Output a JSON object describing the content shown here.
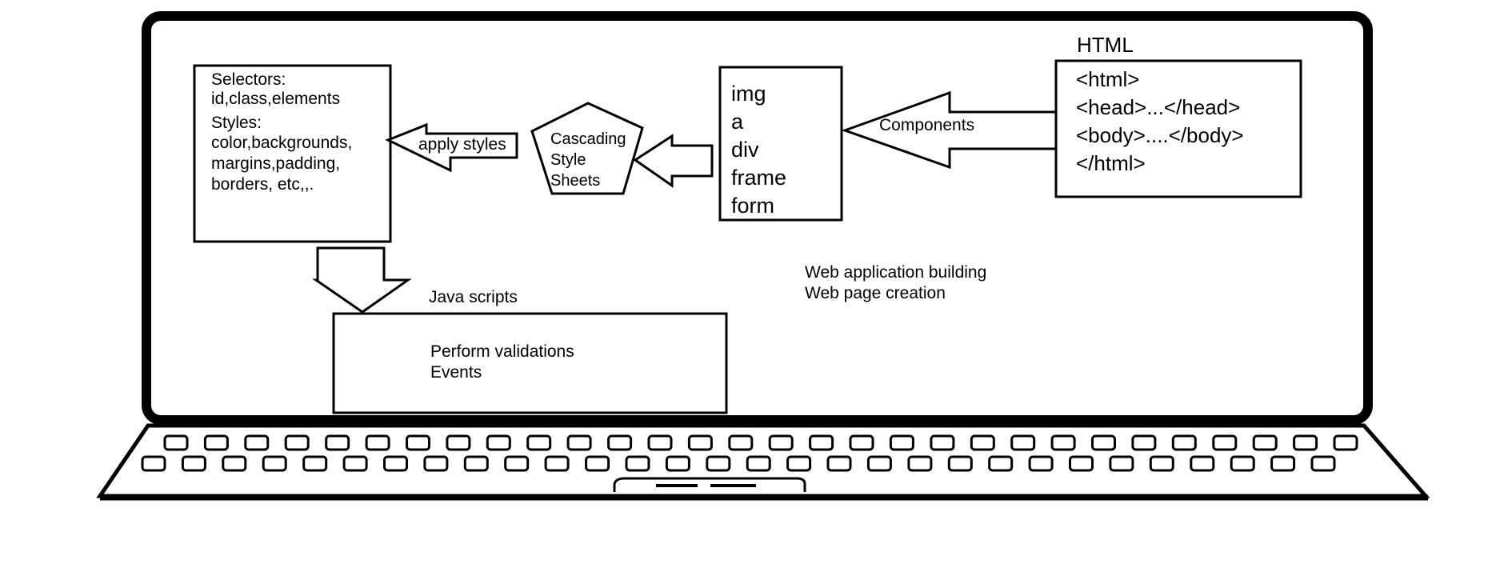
{
  "colors": {
    "ink": "#000000",
    "paper": "#ffffff"
  },
  "selectors_box": {
    "selectors_heading": "Selectors:",
    "selectors_value": "id,class,elements",
    "styles_heading": "Styles:",
    "styles_lines": [
      "color,backgrounds,",
      "margins,padding,",
      "borders, etc,,."
    ]
  },
  "apply_styles_arrow": {
    "label": "apply styles"
  },
  "css_pentagon": {
    "lines": [
      "Cascading",
      "Style",
      "Sheets"
    ]
  },
  "components_box": {
    "items": [
      "img",
      "a",
      "div",
      "frame",
      "form"
    ]
  },
  "components_arrow": {
    "label": "Components"
  },
  "html_box": {
    "title": "HTML",
    "lines": [
      "<html>",
      "<head>...</head>",
      "<body>....</body>",
      "</html>"
    ]
  },
  "web_notes": {
    "lines": [
      "Web application building",
      "Web page creation"
    ]
  },
  "javascript_box": {
    "title": "Java scripts",
    "lines": [
      "Perform validations",
      "Events"
    ]
  }
}
